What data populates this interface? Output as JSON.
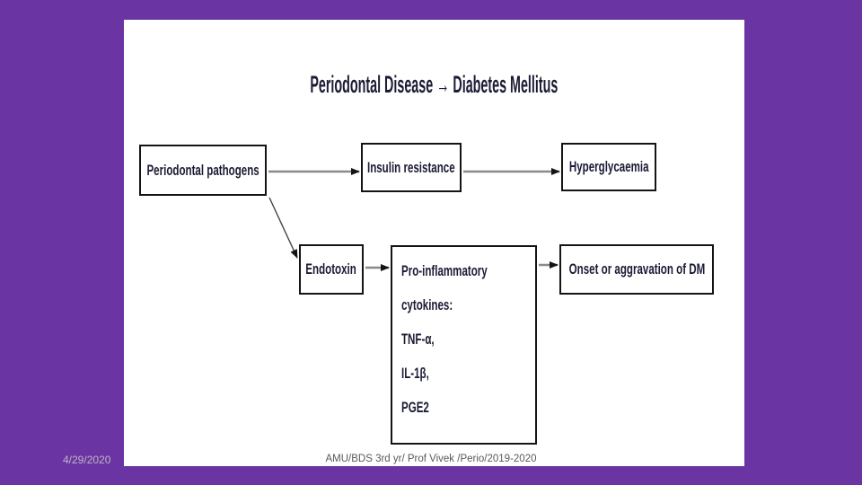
{
  "slide": {
    "title": "Periodontal Disease → Diabetes Mellitus",
    "footer": {
      "date": "4/29/2020",
      "credit": "AMU/BDS 3rd yr/ Prof Vivek /Perio/2019-2020"
    }
  },
  "diagram": {
    "nodes": {
      "periodontal_pathogens": {
        "label": "Periodontal pathogens"
      },
      "insulin_resistance": {
        "label": "Insulin resistance"
      },
      "hyperglycaemia": {
        "label": "Hyperglycaemia"
      },
      "endotoxin": {
        "label": "Endotoxin"
      },
      "pro_inflammatory_cytokines": {
        "lines": [
          "Pro-inflammatory",
          "cytokines:",
          "TNF-α,",
          "IL-1β,",
          "PGE2"
        ]
      },
      "onset_dm": {
        "label": "Onset or aggravation of DM"
      }
    },
    "edges": [
      {
        "from": "Periodontal pathogens",
        "to": "Insulin resistance"
      },
      {
        "from": "Insulin resistance",
        "to": "Hyperglycaemia"
      },
      {
        "from": "Periodontal pathogens",
        "to": "Endotoxin"
      },
      {
        "from": "Endotoxin",
        "to": "Pro-inflammatory cytokines"
      },
      {
        "from": "Pro-inflammatory cytokines",
        "to": "Onset or aggravation of DM"
      }
    ]
  },
  "colors": {
    "background": "#6B34A3",
    "panel": "#FFFFFF",
    "box_border": "#141414",
    "diagram_text": "#1B1B35",
    "arrow_line": "#8A8A8A",
    "arrow_head": "#141414",
    "footer_date": "#BEB4C8",
    "footer_credit": "#595959"
  }
}
